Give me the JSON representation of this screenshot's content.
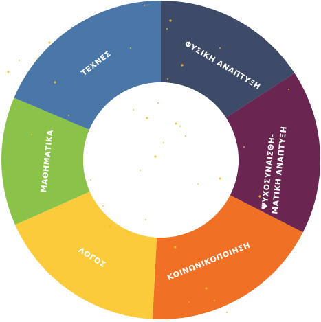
{
  "wheel": {
    "segments": [
      {
        "id": "fysiki",
        "label": "ΦΥΣΙΚΗ ΑΝΑΠΤΥΞΗ",
        "color": "#3d4a68"
      },
      {
        "id": "psycho",
        "label": "ΨΥΧΟΣΥΝΑΙΣΘΗ-",
        "label2": "ΜΑΤΙΚΗ ΑΝΑΠΤΥΞΗ",
        "color": "#6b2551"
      },
      {
        "id": "koinon",
        "label": "ΚΟΙΝΩΝΙΚΟΠΟΙΗΣΗ",
        "color": "#f07025"
      },
      {
        "id": "logos",
        "label": "ΛΟΓΟΣ",
        "color": "#fccb3b"
      },
      {
        "id": "mathim",
        "label": "ΜΑΘΗΜΑΤΙΚΑ",
        "color": "#8bc34a"
      },
      {
        "id": "technes",
        "label": "ΤΕΧΝΕΣ",
        "color": "#4a76a8"
      }
    ],
    "hole_color": "#ffffff",
    "dot_color": "#f2c12e"
  }
}
